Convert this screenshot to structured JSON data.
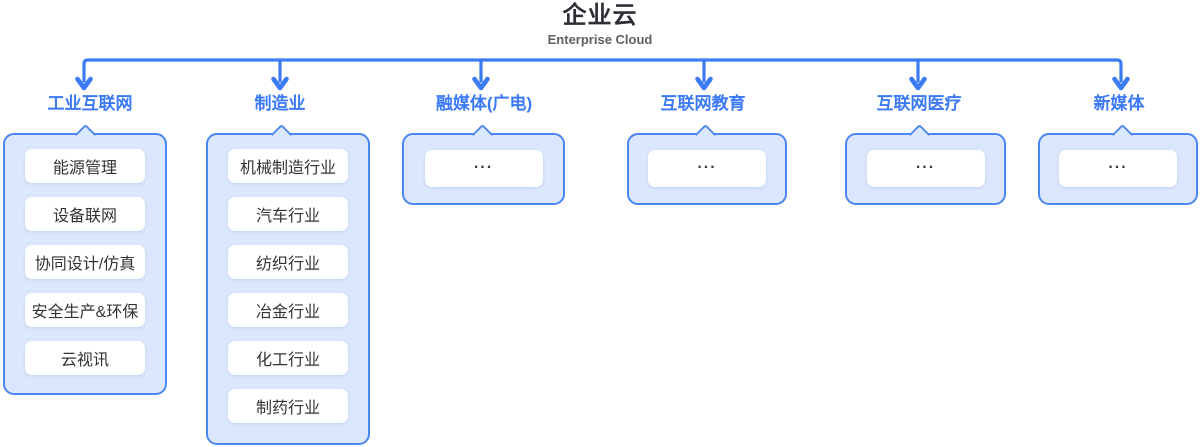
{
  "title": "企业云",
  "subtitle": "Enterprise Cloud",
  "colors": {
    "accent": "#3d7bf5",
    "panel_fill": "#dbe7fc",
    "panel_border": "#4c86f2",
    "label_text": "#3b79f6",
    "item_text": "#333333"
  },
  "branches": [
    {
      "label": "工业互联网",
      "items": [
        "能源管理",
        "设备联网",
        "协同设计/仿真",
        "安全生产&环保",
        "云视讯"
      ]
    },
    {
      "label": "制造业",
      "items": [
        "机械制造行业",
        "汽车行业",
        "纺织行业",
        "冶金行业",
        "化工行业",
        "制药行业"
      ]
    },
    {
      "label": "融媒体(广电)",
      "items": [
        "..."
      ]
    },
    {
      "label": "互联网教育",
      "items": [
        "..."
      ]
    },
    {
      "label": "互联网医疗",
      "items": [
        "..."
      ]
    },
    {
      "label": "新媒体",
      "items": [
        "..."
      ]
    }
  ]
}
